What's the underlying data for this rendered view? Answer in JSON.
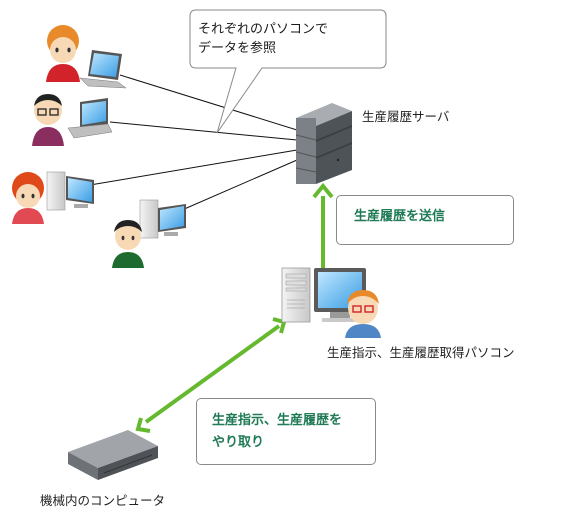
{
  "callout": {
    "line1": "それぞれのパソコンで",
    "line2": "データを参照"
  },
  "labels": {
    "server": "生産履歴サーバ",
    "pc": "生産指示、生産履歴取得パソコン",
    "machine": "機械内のコンピュータ"
  },
  "boxes": {
    "send": "生産履歴を送信",
    "exchange_line1": "生産指示、生産履歴を",
    "exchange_line2": "やり取り"
  },
  "colors": {
    "arrow": "#66b82e",
    "box_text": "#1f7a55"
  }
}
